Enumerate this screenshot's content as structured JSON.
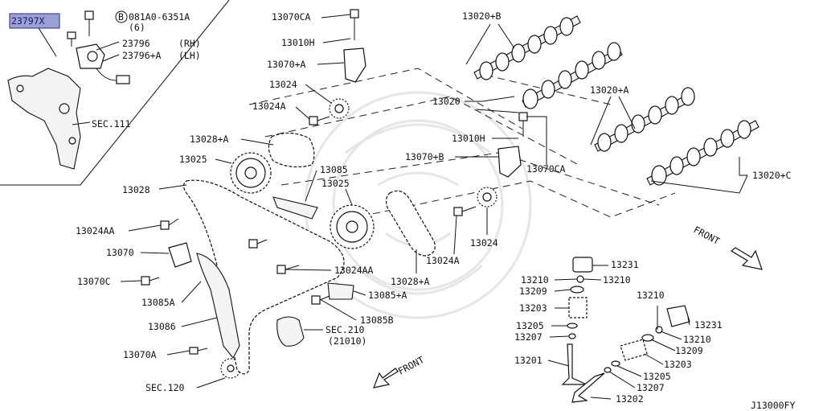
{
  "diagram_code": "J13000FY",
  "labels": {
    "l23797x": "23797X",
    "bolt_circle": "B",
    "bolt_code": "081A0-6351A",
    "bolt_qty": "(6)",
    "l23796": "23796",
    "l23796_rh": "(RH)",
    "l23796a": "23796+A",
    "l23796a_lh": "(LH)",
    "sec111": "SEC.111",
    "l13070ca_top": "13070CA",
    "l13010h_top": "13010H",
    "l13070a_top": "13070+A",
    "l13024": "13024",
    "l13024a_top": "13024A",
    "l13028a_top": "13028+A",
    "l13025_left": "13025",
    "l13028": "13028",
    "l13085": "13085",
    "l13025_mid": "13025",
    "l13024aa_left": "13024AA",
    "l13070": "13070",
    "l13070c": "13070C",
    "l13024aa_mid": "13024AA",
    "l13085a": "13085A",
    "l13086": "13086",
    "l13085a_plus": "13085+A",
    "l13085b": "13085B",
    "sec210": "SEC.210",
    "sec210_sub": "(21010)",
    "l13070a_low": "13070A",
    "sec120": "SEC.120",
    "l13020b": "13020+B",
    "l13020": "13020",
    "l13010h_mid": "13010H",
    "l13070b": "13070+B",
    "l13070ca_mid": "13070CA",
    "l13020a": "13020+A",
    "l13020c": "13020+C",
    "l13024_low": "13024",
    "l13024a_low": "13024A",
    "l13028a_low": "13028+A",
    "front_right": "FRONT",
    "front_left": "FRONT",
    "l13231_a": "13231",
    "l13210_a1": "13210",
    "l13210_a2": "13210",
    "l13209_a": "13209",
    "l13203_a": "13203",
    "l13205_a": "13205",
    "l13207_a": "13207",
    "l13201": "13201",
    "l13210_b1": "13210",
    "l13231_b": "13231",
    "l13210_b2": "13210",
    "l13209_b": "13209",
    "l13203_b": "13203",
    "l13205_b": "13205",
    "l13207_b": "13207",
    "l13202": "13202"
  },
  "colors": {
    "line": "#111111",
    "highlight_fill": "#9aa0d8",
    "highlight_stroke": "#2a2a7a",
    "watermark": "#e6e6e6"
  }
}
